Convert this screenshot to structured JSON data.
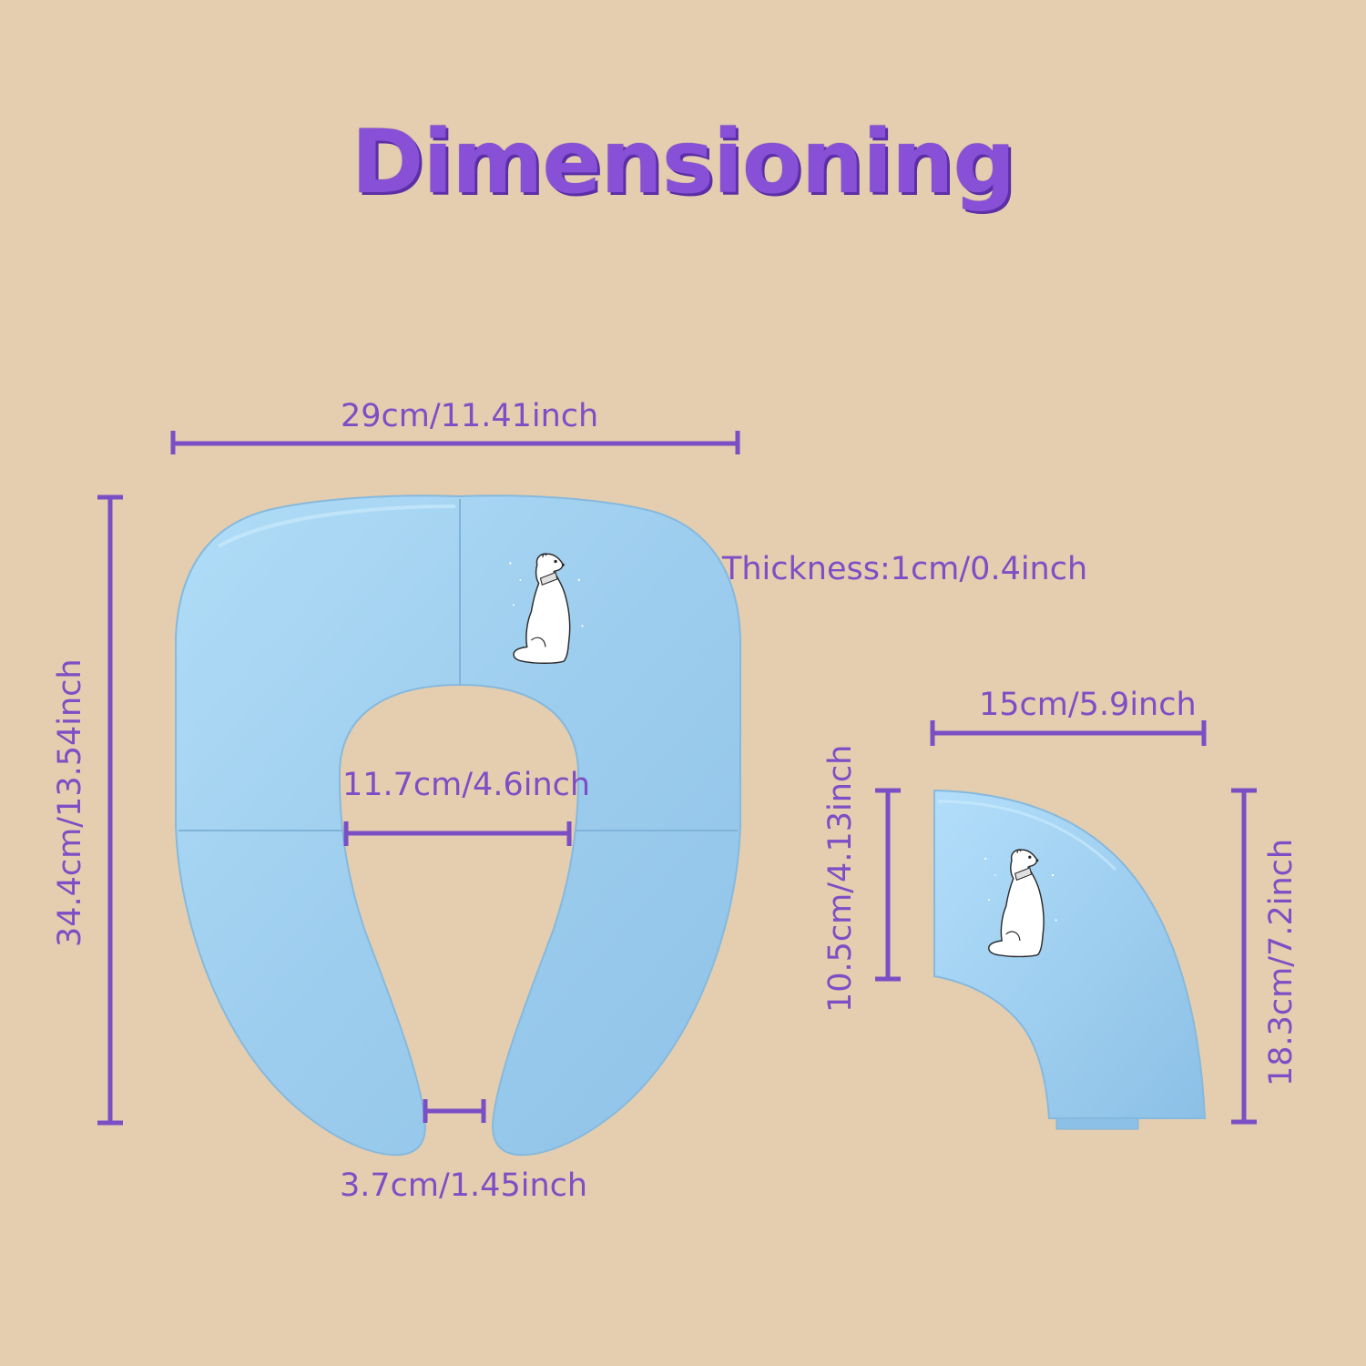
{
  "title": "Dimensioning",
  "colors": {
    "background": "#e4ceaf",
    "accent": "#8750d6",
    "seat_blue": "#9fd0ef"
  },
  "decorations": {
    "character": "polar-bear"
  },
  "dimensions": {
    "seat_width": "29cm/11.41inch",
    "seat_length": "34.4cm/13.54inch",
    "thickness": "Thickness:1cm/0.4inch",
    "hole_width": "11.7cm/4.6inch",
    "gap_width": "3.7cm/1.45inch",
    "folded_width": "15cm/5.9inch",
    "folded_height_short": "10.5cm/4.13inch",
    "folded_height_tall": "18.3cm/7.2inch"
  }
}
